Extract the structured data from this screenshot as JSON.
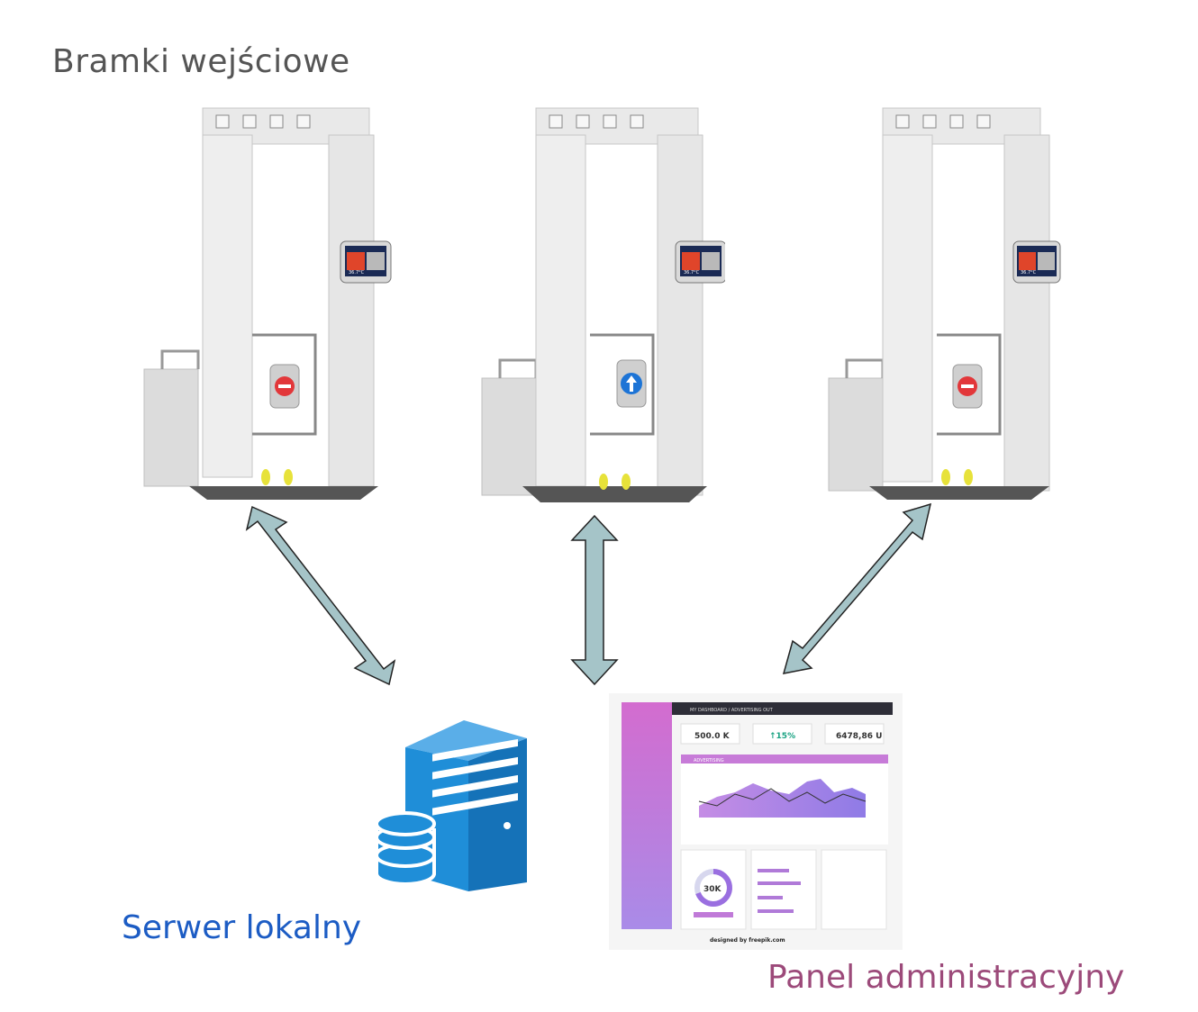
{
  "header": {
    "title": "Bramki wejściowe"
  },
  "gates": [
    {
      "screen_temp": "36.7°C",
      "sign": "stop"
    },
    {
      "screen_temp": "36.7°C",
      "sign": "go"
    },
    {
      "screen_temp": "36.7°C",
      "sign": "stop"
    }
  ],
  "server": {
    "label": "Serwer lokalny"
  },
  "panel": {
    "label": "Panel administracyjny",
    "breadcrumb": "MY DASHBOARD  /  ADVERTISING OUT",
    "stat1": "500.0 K",
    "stat2": "↑15%",
    "stat3": "6478,86 U",
    "section": "ADVERTISING",
    "donut_value": "30K",
    "credit": "designed by freepik.com"
  },
  "colors": {
    "arrow_fill": "#a5c4c8",
    "arrow_stroke": "#222222",
    "server_blue": "#1f8ed8",
    "panel_purple": "#b27ee0",
    "sign_stop": "#e2373a",
    "sign_go": "#1d74d6",
    "footprint": "#e7e23a"
  }
}
